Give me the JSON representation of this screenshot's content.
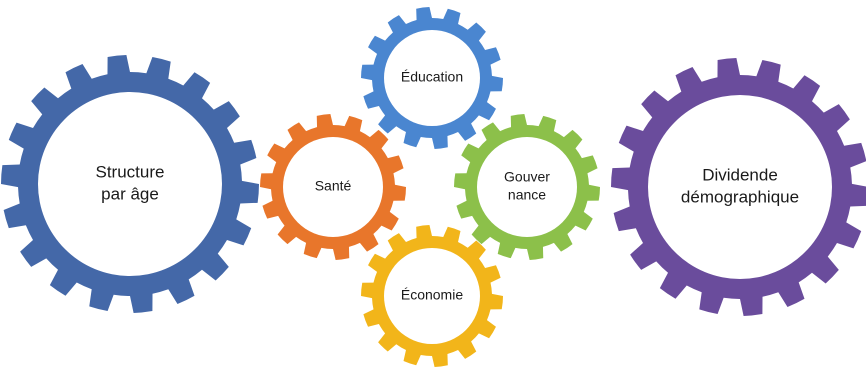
{
  "diagram": {
    "gears": [
      {
        "id": "structure-par-age",
        "label_lines": [
          "Structure",
          "par âge"
        ],
        "color": "#4468A8"
      },
      {
        "id": "sante",
        "label_lines": [
          "Santé"
        ],
        "color": "#E8762B"
      },
      {
        "id": "education",
        "label_lines": [
          "Éducation"
        ],
        "color": "#4A86D0"
      },
      {
        "id": "gouvernance",
        "label_lines": [
          "Gouver",
          "nance"
        ],
        "color": "#8CC04A"
      },
      {
        "id": "economie",
        "label_lines": [
          "Économie"
        ],
        "color": "#F2B51A"
      },
      {
        "id": "dividende-demographique",
        "label_lines": [
          "Dividende",
          "démographique"
        ],
        "color": "#6A4C9C"
      }
    ]
  }
}
